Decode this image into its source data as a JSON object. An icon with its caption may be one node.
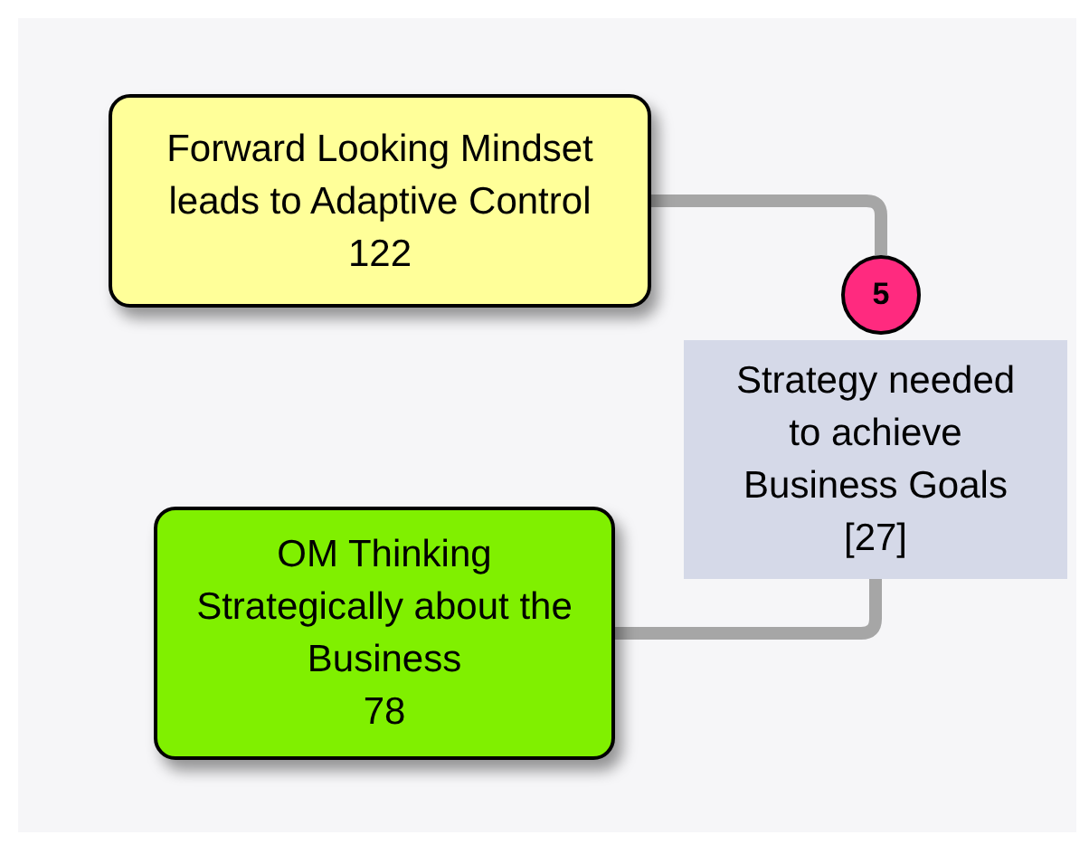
{
  "diagram": {
    "nodes": [
      {
        "text": [
          "Forward Looking Mindset leads to Adaptive Control",
          "122"
        ]
      },
      {
        "text": [
          "OM Thinking Strategically about the Business",
          "78"
        ]
      },
      {
        "text": [
          "Strategy needed to achieve Business Goals",
          "[27]"
        ]
      },
      {
        "text": [
          "5"
        ]
      }
    ],
    "edges": [
      {
        "from": 0,
        "to": 3,
        "arrow": "none"
      },
      {
        "from": 1,
        "to": 2,
        "arrow": "none"
      }
    ]
  }
}
